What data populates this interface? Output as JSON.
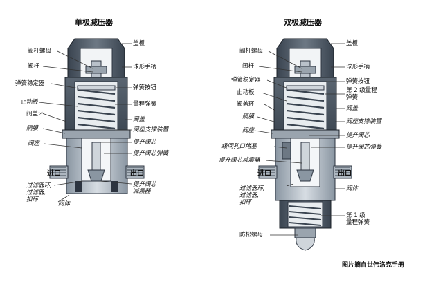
{
  "single": {
    "title": "单极减压器",
    "labels": {
      "stem_nut": "阀杆螺母",
      "stem": "阀杆",
      "spring_stabilizer": "弹簧稳定器",
      "stop_plate": "止动板",
      "bonnet_ring": "阀盖环",
      "diaphragm": "隔膜",
      "seat": "阀座",
      "cap": "盖板",
      "knob": "球形手柄",
      "spring_button": "弹簧按钮",
      "range_spring": "量程弹簧",
      "bonnet": "阀盖",
      "seat_retainer": "阀座支撑装置",
      "poppet": "提升阀芯",
      "poppet_spring": "提升阀芯弹簧",
      "inlet": "进口",
      "outlet": "出口",
      "filter_ring": "过滤器环,\n过滤器,\n扣环",
      "body": "阀体",
      "poppet_damper": "提升阀芯\n减震器"
    }
  },
  "double": {
    "title": "双极减压器",
    "labels": {
      "stem_nut": "阀杆螺母",
      "stem": "阀杆",
      "spring_stabilizer": "弹簧稳定器",
      "stop_plate": "止动板",
      "bonnet_ring": "阀盖环",
      "diaphragm": "隔膜",
      "seat": "阀座",
      "interstage_orifice": "级间孔口堵塞",
      "poppet_damper": "提升阀芯减震器",
      "inlet": "进口",
      "outlet": "出口",
      "filter_ring": "过滤器环,\n过滤器,\n扣环",
      "anti_loosen_nut": "防松螺母",
      "cap": "盖板",
      "knob": "球形手柄",
      "spring_button": "弹簧按钮",
      "stage2_spring": "第 2 级量程\n弹簧",
      "bonnet": "阀盖",
      "seat_retainer": "阀座支撑装置",
      "poppet": "提升阀芯",
      "poppet_spring": "提升阀芯弹簧",
      "body": "阀体",
      "stage1_spring": "第 1 级\n量程弹簧"
    }
  },
  "credit": "图片摘自世伟洛克手册",
  "colors": {
    "metal_dark": "#2c3440",
    "metal_mid": "#7c8894",
    "metal_light": "#c7ced6",
    "spring": "#dfe3e8",
    "cutaway": "#5b6672"
  }
}
